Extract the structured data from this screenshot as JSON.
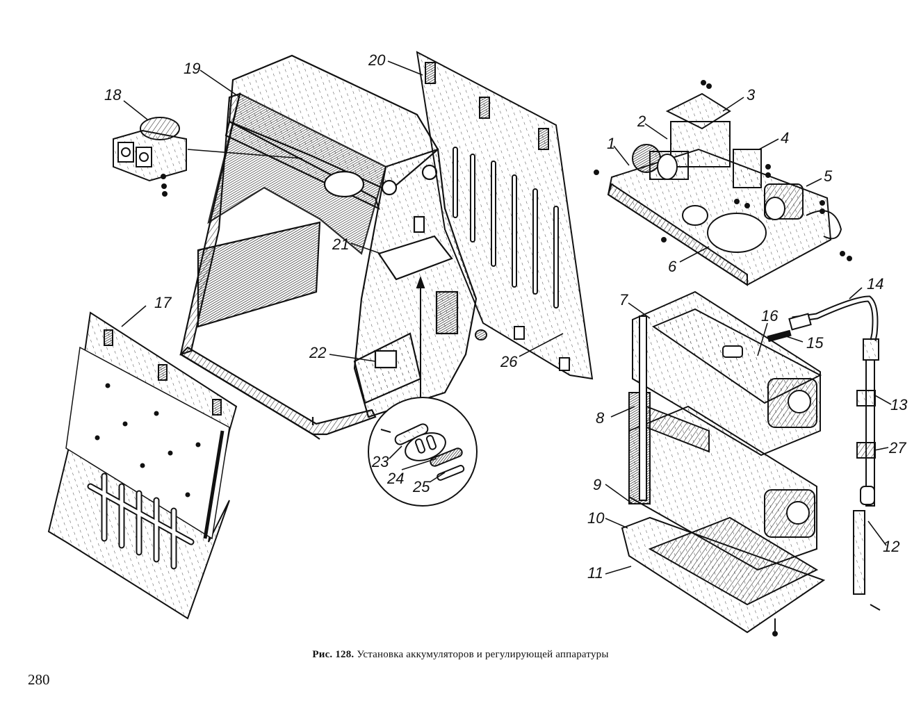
{
  "figure": {
    "callouts": [
      "1",
      "2",
      "3",
      "4",
      "5",
      "6",
      "7",
      "8",
      "9",
      "10",
      "11",
      "12",
      "13",
      "14",
      "15",
      "16",
      "17",
      "18",
      "19",
      "20",
      "21",
      "22",
      "23",
      "24",
      "25",
      "26",
      "27"
    ],
    "caption_prefix": "Рис. 128.",
    "caption_text": "Установка аккумуляторов и регулирующей аппаратуры"
  },
  "page": {
    "number": "280"
  },
  "colors": {
    "ink": "#111111",
    "paper": "#ffffff"
  }
}
